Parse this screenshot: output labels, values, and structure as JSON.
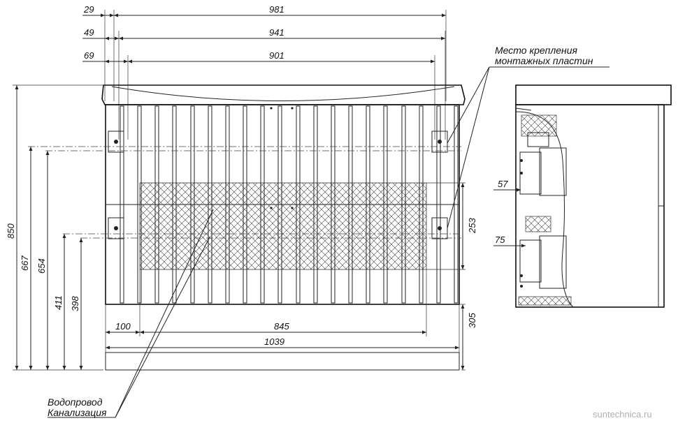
{
  "dimensions": {
    "top_29": "29",
    "top_981": "981",
    "top_49": "49",
    "top_941": "941",
    "top_69": "69",
    "top_901": "901",
    "left_850": "850",
    "left_667": "667",
    "left_654": "654",
    "left_411": "411",
    "left_398": "398",
    "right_253": "253",
    "right_305": "305",
    "bottom_100": "100",
    "bottom_845": "845",
    "bottom_1039": "1039",
    "side_57": "57",
    "side_75": "75"
  },
  "labels": {
    "mounting_line1": "Место крепления",
    "mounting_line2": "монтажных пластин",
    "water": "Водопровод",
    "sewer": "Канализация"
  },
  "watermark": "suntechnica.ru",
  "colors": {
    "line": "#222222",
    "watermark": "#b0b0b0"
  }
}
